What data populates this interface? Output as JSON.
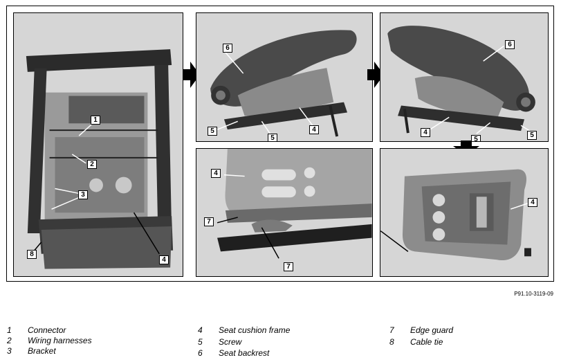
{
  "figure_ref": "P91.10-3119-09",
  "callouts": {
    "p1": [
      "1",
      "2",
      "3",
      "4",
      "8"
    ],
    "p2": [
      "6",
      "5",
      "5",
      "4"
    ],
    "p3": [
      "6",
      "4",
      "5",
      "5"
    ],
    "p4": [
      "4",
      "7",
      "7"
    ],
    "p5": [
      "4"
    ]
  },
  "legend": [
    {
      "num": "1",
      "label": "Connector"
    },
    {
      "num": "2",
      "label": "Wiring harnesses"
    },
    {
      "num": "3",
      "label": "Bracket"
    },
    {
      "num": "4",
      "label": "Seat cushion frame"
    },
    {
      "num": "5",
      "label": "Screw"
    },
    {
      "num": "6",
      "label": "Seat backrest"
    },
    {
      "num": "7",
      "label": "Edge guard"
    },
    {
      "num": "8",
      "label": "Cable tie"
    }
  ]
}
